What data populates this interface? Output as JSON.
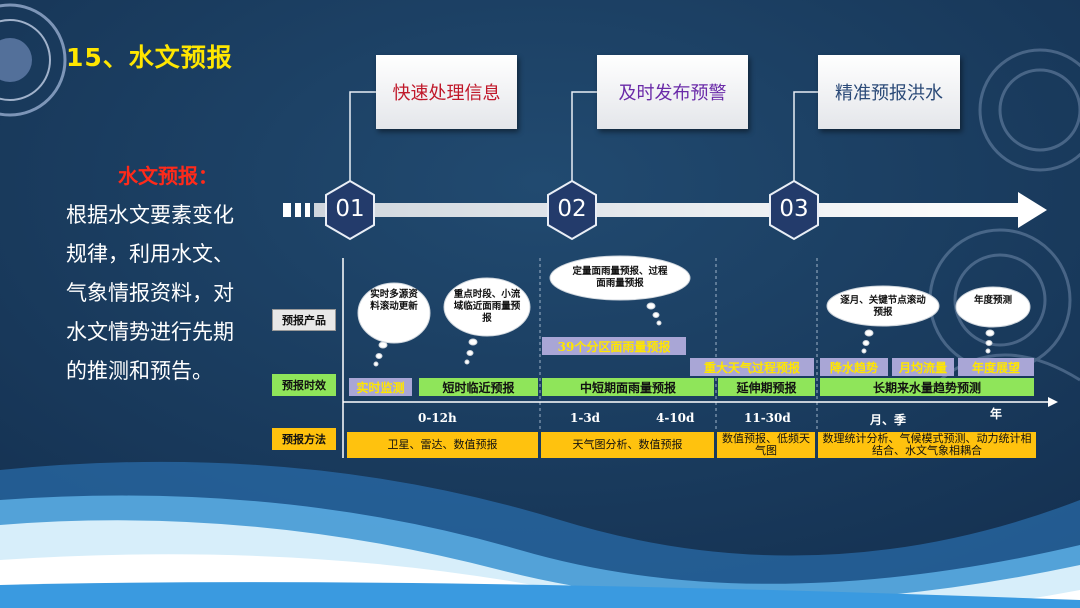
{
  "slide": {
    "title": "15、水文预报",
    "subtitle": "水文预报：",
    "body": "根据水文要素变化规律，利用水文、气象情报资料，对水文情势进行先期的推测和预告。"
  },
  "timeline": {
    "steps": [
      {
        "number": "01",
        "label": "快速处理信息",
        "color": "#c0182a"
      },
      {
        "number": "02",
        "label": "及时发布预警",
        "color": "#6a2aa8"
      },
      {
        "number": "03",
        "label": "精准预报洪水",
        "color": "#2b4a78"
      }
    ]
  },
  "diagram": {
    "row_labels": {
      "product": "预报产品",
      "timeliness": "预报时效",
      "method": "预报方法"
    },
    "clouds": [
      "实时多源资料滚动更新",
      "重点时段、小流域临近面雨量预报",
      "定量面雨量预报、过程面雨量预报",
      "逐月、关键节点滚动预报",
      "年度预测"
    ],
    "lav_bars": [
      "39个分区面雨量预报",
      "重大天气过程预报",
      "降水趋势",
      "月均流量",
      "年度展望"
    ],
    "timeliness_bars": [
      "实时监测",
      "短时临近预报",
      "中短期面雨量预报",
      "延伸期预报",
      "长期来水量趋势预测"
    ],
    "ticks": [
      "0-12h",
      "1-3d",
      "4-10d",
      "11-30d",
      "月、季",
      "年"
    ],
    "methods": [
      "卫星、雷达、数值预报",
      "天气图分析、数值预报",
      "数值预报、低频天气图",
      "数理统计分析、气候模式预测、动力统计相结合、水文气象相耦合"
    ]
  },
  "colors": {
    "background": "#1b3a5c",
    "title": "#ffe600",
    "subtitle": "#ff2a1a",
    "green_bar": "#8fe55a",
    "lavender_bar": "#a9a6d6",
    "method_bar": "#ffc20e",
    "hexagon": "#233b6b"
  }
}
